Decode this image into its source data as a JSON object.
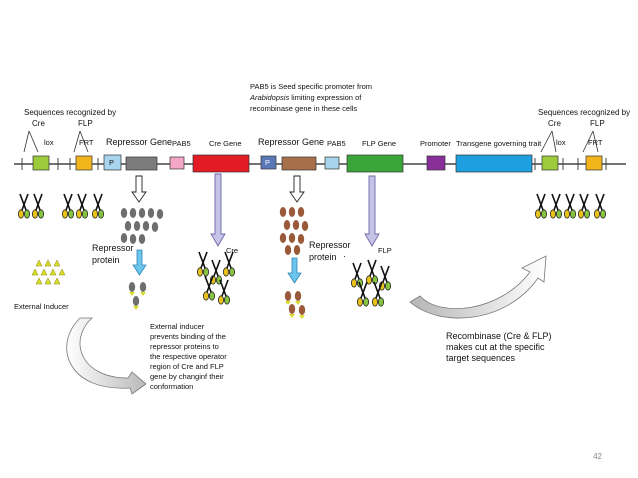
{
  "left_header": {
    "title": "Sequences recognized by",
    "cre": "Cre",
    "flp": "FLP"
  },
  "right_header": {
    "title": "Sequences recognized by",
    "cre": "Cre",
    "flp": "FLP"
  },
  "top_note": {
    "line1": "PAB5 is Seed specific promoter from",
    "line2_italic": "Arabidopsis",
    "line2_rest": " limiting  expression of",
    "line3": "recombinase  gene  in   these cells"
  },
  "elements": {
    "lox_left": "lox",
    "frt_left": "FRT",
    "p1": "P",
    "repressor_gene_1": "Repressor Gene",
    "pab5_1": "PAB5",
    "cre_gene": "Cre Gene",
    "repressor_gene_2": "Repressor Gene",
    "p2": "P",
    "pab5_2": "PAB5",
    "flp_gene": "FLP Gene",
    "promoter": "Promoter",
    "transgene": "Transgene governing trait",
    "lox_right": "lox",
    "frt_right": "FRT"
  },
  "labels": {
    "repressor_protein_1_a": "Repressor",
    "repressor_protein_1_b": "protein",
    "cre_protein": "Cre",
    "repressor_protein_2_a": "Repressor",
    "repressor_protein_2_b": "protein",
    "flp_protein": "FLP",
    "external_inducer": "External Inducer",
    "dot_mark": "·"
  },
  "inducer_note": [
    "External inducer",
    "prevents binding of the",
    "repressor proteins to",
    "the respective operator",
    "region of Cre and FLP",
    "gene by changinf their",
    "conformation"
  ],
  "recombinase_note": [
    "Recombinase (Cre & FLP)",
    "makes cut at the specific",
    "target sequences"
  ],
  "page_number": "42",
  "colors": {
    "lox": "#9ccc3c",
    "frt": "#f2b51c",
    "promoter_p": "#a8d4ee",
    "repressor_gene": "#7c7c7c",
    "pab5": "#f4a6c6",
    "cre_gene": "#e31b23",
    "p2": "#5a78b8",
    "repressor_gene_2": "#a8704a",
    "flp_gene": "#3aa63a",
    "promoter": "#8a2e9a",
    "transgene": "#1ea0e0",
    "arrow_purple": "#c7c3e6",
    "arrow_blue": "#6cc6ec",
    "inducer": "#d8dc2a"
  }
}
